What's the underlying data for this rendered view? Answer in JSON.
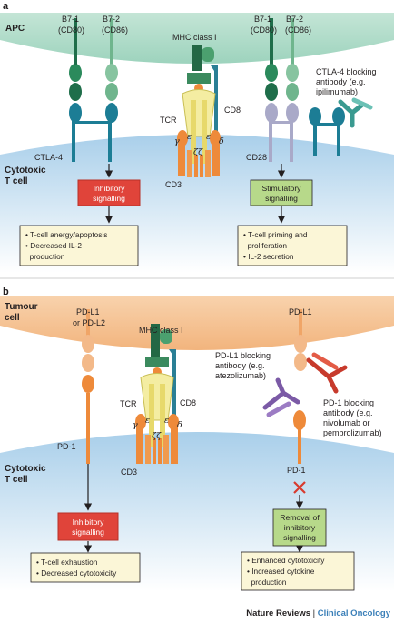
{
  "panels": {
    "a": {
      "letter": "a",
      "top_cell": "APC",
      "bottom_cell": [
        "Cytotoxic",
        "T cell"
      ],
      "b71": [
        "B7-1",
        "(CD80)"
      ],
      "b72": [
        "B7-2",
        "(CD86)"
      ],
      "b71_right": [
        "B7-1",
        "(CD80)"
      ],
      "b72_right": [
        "B7-2",
        "(CD86)"
      ],
      "mhc": "MHC class I",
      "tcr": "TCR",
      "cd8": "CD8",
      "cd3": "CD3",
      "ctla4": "CTLA-4",
      "cd28": "CD28",
      "blocker": [
        "CTLA-4 blocking",
        "antibody (e.g.",
        "ipilimumab)"
      ],
      "inhib_box": [
        "Inhibitory",
        "signalling"
      ],
      "stim_box": [
        "Stimulatory",
        "signalling"
      ],
      "outcome_left": [
        "• T-cell anergy/apoptosis",
        "• Decreased IL-2",
        "  production"
      ],
      "outcome_right": [
        "• T-cell priming and",
        "  proliferation",
        "• IL-2 secretion"
      ],
      "greek": {
        "gamma": "γ",
        "epsilon": "ε",
        "delta": "δ",
        "zeta": "ζζ"
      }
    },
    "b": {
      "letter": "b",
      "top_cell": [
        "Tumour",
        "cell"
      ],
      "bottom_cell": [
        "Cytotoxic",
        "T cell"
      ],
      "pdl1_left": [
        "PD-L1",
        "or PD-L2"
      ],
      "mhc": "MHC class I",
      "tcr": "TCR",
      "cd8": "CD8",
      "cd3": "CD3",
      "pd1_left": "PD-1",
      "pdl1_right": "PD-L1",
      "pdl1_blocker": [
        "PD-L1 blocking",
        "antibody (e.g.",
        "atezolizumab)"
      ],
      "pd1_blocker": [
        "PD-1 blocking",
        "antibody (e.g.",
        "nivolumab or",
        "pembrolizumab)"
      ],
      "pd1_right": "PD-1",
      "inhib_box": [
        "Inhibitory",
        "signalling"
      ],
      "removal_box": [
        "Removal of",
        "inhibitory",
        "signalling"
      ],
      "outcome_left": [
        "• T-cell exhaustion",
        "• Decreased cytotoxicity"
      ],
      "outcome_right": [
        "• Enhanced cytotoxicity",
        "• Increased cytokine",
        "  production"
      ],
      "greek": {
        "gamma": "γ",
        "epsilon": "ε",
        "delta": "δ",
        "zeta": "ζζ"
      }
    }
  },
  "credit": {
    "journal": "Nature Reviews",
    "separator": " | ",
    "section": "Clinical Oncology"
  },
  "colors": {
    "apc_membrane": "#a8d8c4",
    "tumour_membrane": "#f5c08e",
    "tcell_membrane": "#b9d8ee",
    "inhibitory_box": "#e0443a",
    "stimulatory_box": "#b7d98a",
    "outcome_box": "#fbf6d7",
    "mhc_green": "#4ba06f",
    "cd3_orange": "#ee8a3a",
    "cd8_teal": "#2a7f95",
    "accent_blue": "#3a7fb8"
  }
}
